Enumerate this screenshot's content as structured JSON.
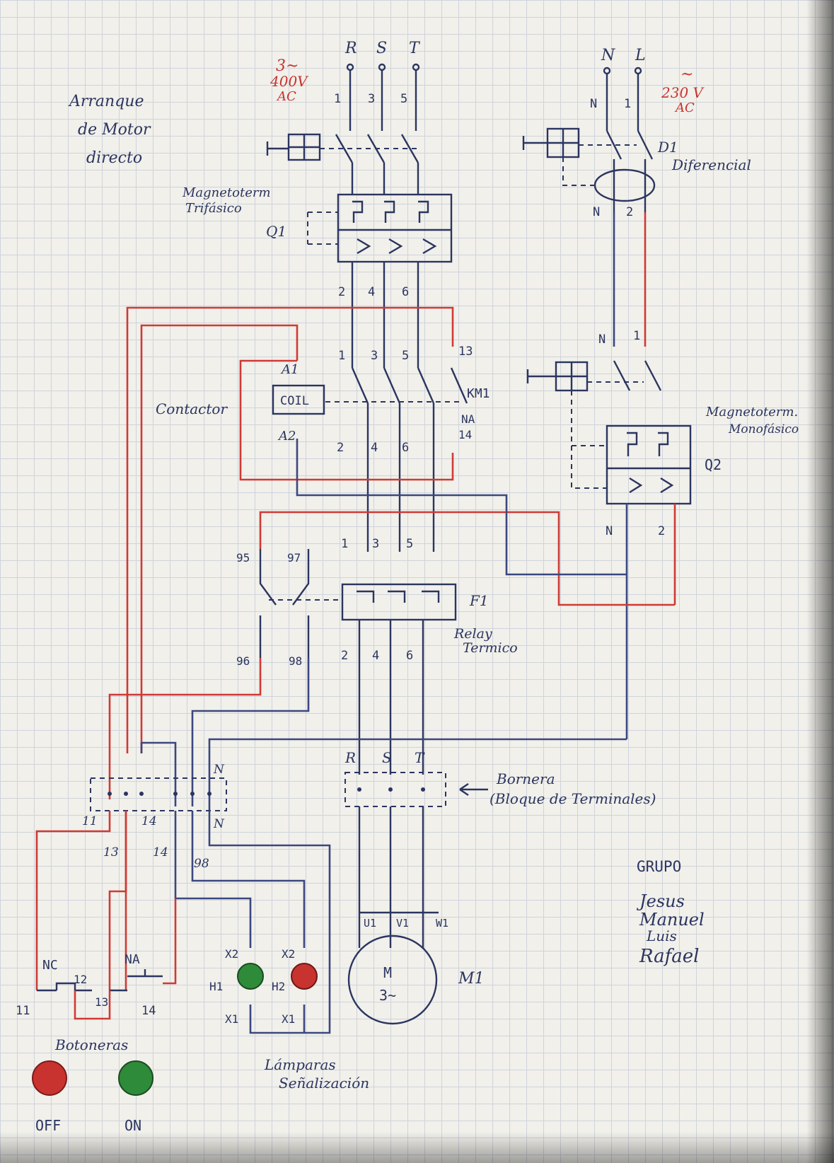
{
  "title": {
    "line1": "Arranque",
    "line2": "de Motor",
    "line3": "directo"
  },
  "supply_3ph": {
    "phases": [
      "R",
      "S",
      "T"
    ],
    "rating_line1": "3~",
    "rating_line2": "400V",
    "rating_line3": "AC"
  },
  "supply_1ph": {
    "phases": [
      "N",
      "L"
    ],
    "rating_line1": "~",
    "rating_line2": "230 V",
    "rating_line3": "AC"
  },
  "q1": {
    "label_line1": "Magnetoterm",
    "label_line2": "Trifásico",
    "tag": "Q1",
    "in_terminals": [
      "1",
      "3",
      "5"
    ],
    "out_terminals": [
      "2",
      "4",
      "6"
    ]
  },
  "d1": {
    "tag": "D1",
    "label": "Diferencial",
    "in_terminals": [
      "N",
      "1"
    ],
    "out_terminals": [
      "N",
      "2"
    ]
  },
  "km1": {
    "tag": "KM1",
    "label": "Contactor",
    "coil": "COIL",
    "a1": "A1",
    "a2": "A2",
    "in_terminals": [
      "1",
      "3",
      "5",
      "13"
    ],
    "out_terminals": [
      "2",
      "4",
      "6",
      "14"
    ],
    "aux": "NA"
  },
  "q2": {
    "tag": "Q2",
    "label_line1": "Magnetoterm.",
    "label_line2": "Monofásico",
    "in_terminals": [
      "N",
      "1"
    ],
    "out_terminals": [
      "N",
      "2"
    ]
  },
  "f1": {
    "tag": "F1",
    "label_line1": "Relay",
    "label_line2": "Termico",
    "in_terminals": [
      "1",
      "3",
      "5"
    ],
    "out_terminals": [
      "2",
      "4",
      "6"
    ],
    "aux_top": [
      "95",
      "97"
    ],
    "aux_bottom": [
      "96",
      "98"
    ]
  },
  "bornera": {
    "terminals": [
      "R",
      "S",
      "T"
    ],
    "label_line1": "Bornera",
    "label_line2": "(Bloque de Terminales)"
  },
  "terminal_block": {
    "top": "N",
    "labels": [
      "11",
      "14",
      "N",
      "13",
      "14",
      "98"
    ]
  },
  "motor": {
    "tag": "M1",
    "symbol_line1": "M",
    "symbol_line2": "3~",
    "terminals": [
      "U1",
      "V1",
      "W1"
    ]
  },
  "lamps": {
    "h1": "H1",
    "h2": "H2",
    "x2": "X2",
    "x1": "X1",
    "label_line1": "Lámparas",
    "label_line2": "Señalización",
    "colors": {
      "h1": "#2e8b3a",
      "h2": "#c8332f"
    }
  },
  "buttons": {
    "nc": "NC",
    "na": "NA",
    "nc_terms": [
      "11",
      "12"
    ],
    "na_terms": [
      "13",
      "14"
    ],
    "label": "Botoneras",
    "off": "OFF",
    "on": "ON",
    "colors": {
      "off": "#c8332f",
      "on": "#2e8b3a"
    }
  },
  "group": {
    "heading": "GRUPO",
    "members": [
      "Jesus",
      "Manuel",
      "Luis",
      "Rafael"
    ]
  },
  "colors": {
    "ink": "#2b3560",
    "red_wire": "#cf3a35",
    "blue_wire": "#3b4780",
    "paper": "#f1f0ea"
  }
}
